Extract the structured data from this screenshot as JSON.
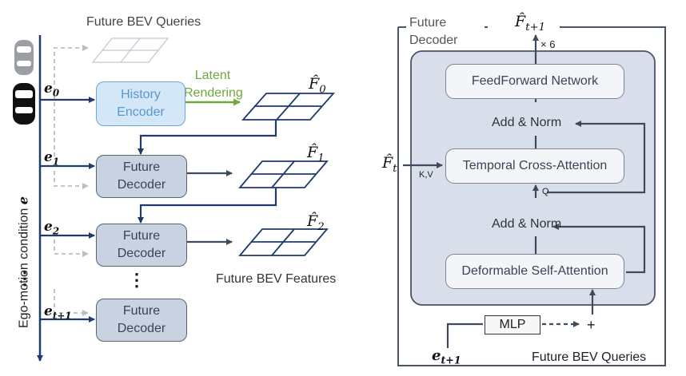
{
  "left": {
    "future_bev_queries": "Future BEV Queries",
    "latent_rendering": [
      "Latent",
      "Rendering"
    ],
    "history_encoder": "History Encoder",
    "future_decoder": "Future Decoder",
    "future_bev_features": "Future BEV Features",
    "ego_motion_axis": "Ego-motion condition",
    "ego_axis_symbol": "e",
    "feature_labels": [
      "F̂0",
      "F̂1",
      "F̂2"
    ],
    "e_labels": [
      "e0",
      "e1",
      "e2",
      "et+1"
    ],
    "vdots": "⋮"
  },
  "right": {
    "title": "Future Decoder",
    "output_label": "F̂t+1",
    "repeat": "× 6",
    "ffn": "FeedForward Network",
    "add_norm": "Add & Norm",
    "cross_attention": "Temporal Cross-Attention",
    "self_attention": "Deformable Self-Attention",
    "input_feature": "F̂t",
    "kv": "K,V",
    "q": "Q",
    "mlp": "MLP",
    "plus": "+",
    "ego_input": "et+1",
    "bev_queries": "Future BEV Queries"
  },
  "colors": {
    "navy": "#1f3a6b",
    "dashed_gray": "#b8bdc8",
    "green": "#6fa83c",
    "decoder_fill": "#c9d2e0",
    "history_fill": "#d3e7f8",
    "outer_panel": "#d9dfea"
  }
}
